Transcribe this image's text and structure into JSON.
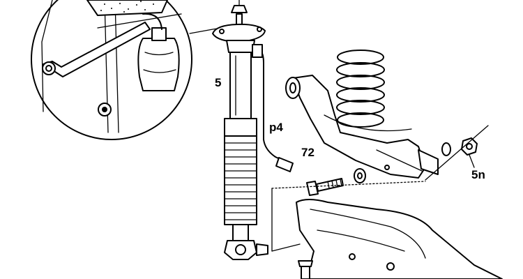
{
  "labels": {
    "shock_absorber": "5",
    "line": "p4",
    "control_arm": "72",
    "nut": "5n"
  }
}
